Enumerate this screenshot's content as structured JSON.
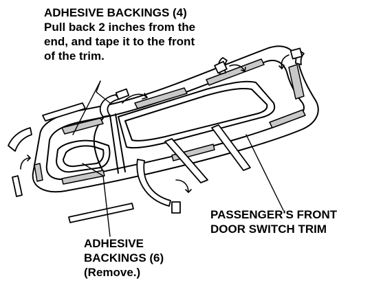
{
  "colors": {
    "ink": "#000000",
    "tape": "#c8c8c8",
    "paper": "#ffffff"
  },
  "labels": {
    "top": {
      "lines": [
        "ADHESIVE BACKINGS (4)",
        "Pull back 2 inches from the",
        "end, and tape it to the front",
        "of the trim."
      ]
    },
    "right": {
      "lines": [
        "PASSENGER'S FRONT",
        "DOOR SWITCH TRIM"
      ]
    },
    "bottom": {
      "lines": [
        "ADHESIVE",
        "BACKINGS (6)",
        "(Remove.)"
      ]
    }
  }
}
